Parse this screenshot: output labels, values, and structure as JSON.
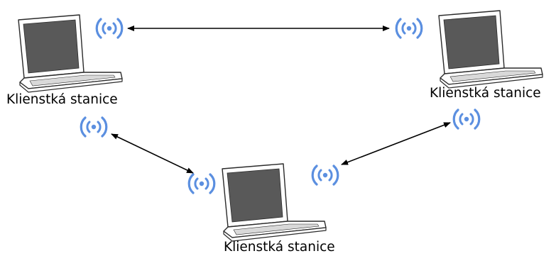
{
  "colors": {
    "background": "#ffffff",
    "laptop_outline": "#2a2a2a",
    "laptop_body": "#ffffff",
    "laptop_screen": "#595959",
    "laptop_keyboard": "#d9d9d9",
    "wireless_icon": "#5b8fe0",
    "link_arrow": "#000000"
  },
  "stations": [
    {
      "label": "Klienstká stanice",
      "icon": "laptop-icon"
    },
    {
      "label": "Klienstká stanice",
      "icon": "laptop-icon"
    },
    {
      "label": "Klienstká stanice",
      "icon": "laptop-icon"
    }
  ],
  "wireless_icon": "wifi-antenna-icon",
  "links": [
    {
      "from": "station-1",
      "to": "station-2",
      "arrows": "both"
    },
    {
      "from": "station-1",
      "to": "station-3",
      "arrows": "both"
    },
    {
      "from": "station-2",
      "to": "station-3",
      "arrows": "both"
    }
  ]
}
